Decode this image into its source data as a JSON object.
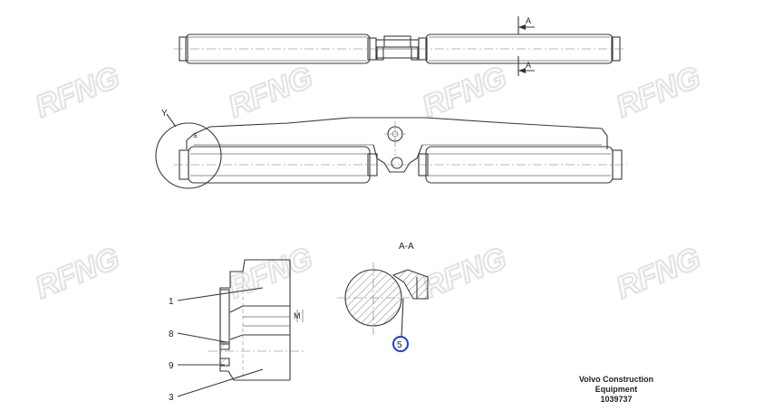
{
  "watermark": "RFNG",
  "view_labels": {
    "section_marker": "A",
    "detail_marker": "Y",
    "section_title": "A-A",
    "detail_small_s": "s",
    "detail_small_m": "M"
  },
  "callouts": {
    "c1": "1",
    "c8": "8",
    "c9": "9",
    "c3": "3",
    "c5": "5"
  },
  "highlight_color": "#1f3fd6",
  "title_block": {
    "line1": "Volvo Construction",
    "line2": "Equipment",
    "line3": "1039737"
  }
}
